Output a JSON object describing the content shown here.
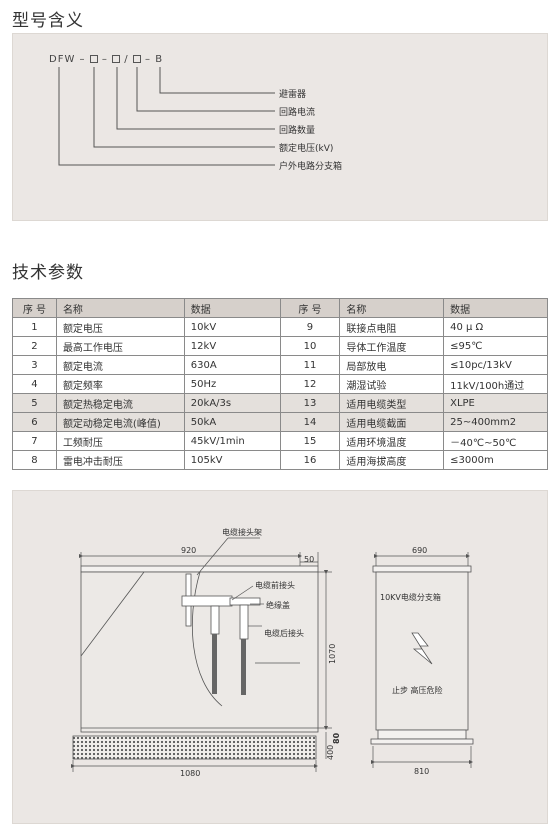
{
  "model": {
    "title": "型号含义",
    "code": {
      "prefix": "DFW",
      "dash": "–",
      "slash": "/",
      "suffix": "B"
    },
    "labels": [
      "避雷器",
      "回路电流",
      "回路数量",
      "额定电压(kV)",
      "户外电路分支箱"
    ]
  },
  "params": {
    "title": "技术参数",
    "headers": [
      "序 号",
      "名称",
      "数据",
      "序 号",
      "名称",
      "数据"
    ],
    "rows": [
      [
        "1",
        "额定电压",
        "10kV",
        "9",
        "联接点电阻",
        "40 μ Ω"
      ],
      [
        "2",
        "最高工作电压",
        "12kV",
        "10",
        "导体工作温度",
        "≤95℃"
      ],
      [
        "3",
        "额定电流",
        "630A",
        "11",
        "局部放电",
        "≤10pc/13kV"
      ],
      [
        "4",
        "额定频率",
        "50Hz",
        "12",
        "潮湿试验",
        "11kV/100h通过"
      ],
      [
        "5",
        "额定热稳定电流",
        "20kA/3s",
        "13",
        "适用电缆类型",
        "XLPE"
      ],
      [
        "6",
        "额定动稳定电流(峰值)",
        "50kA",
        "14",
        "适用电缆截面",
        "25~400mm2"
      ],
      [
        "7",
        "工频耐压",
        "45kV/1min",
        "15",
        "适用环境温度",
        "－40℃~50℃"
      ],
      [
        "8",
        "雷电冲击耐压",
        "105kV",
        "16",
        "适用海拔高度",
        "≤3000m"
      ]
    ]
  },
  "drawing": {
    "labels": {
      "cable_bracket": "电缆接头架",
      "front_joint": "电缆前接头",
      "insulating_cap": "绝缘盖",
      "rear_joint": "电缆后接头",
      "box_name": "10KV电缆分支箱",
      "warning": "止步  高压危险"
    },
    "dims": {
      "width_top": "920",
      "gap": "50",
      "height": "1070",
      "base_h1": "80",
      "base_h2": "400",
      "width_bottom": "1080",
      "side_top": "690",
      "side_bottom": "810"
    }
  }
}
